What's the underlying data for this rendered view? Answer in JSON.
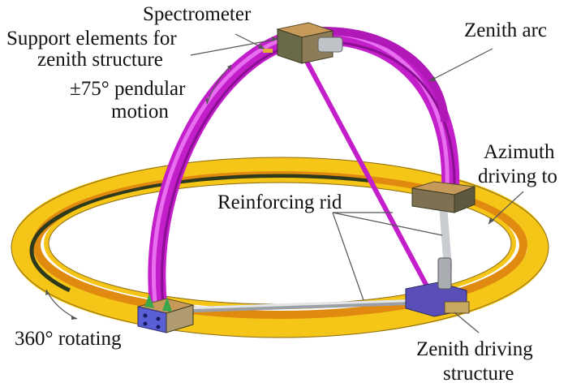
{
  "diagram": {
    "subject": "Sky scanning mechanism with zenith arc and azimuth ring",
    "labels": {
      "spectrometer": "Spectrometer",
      "support_line1": "Support elements for",
      "support_line2": "zenith structure",
      "pendular_line1": "±75° pendular",
      "pendular_line2": "motion",
      "zenith_arc": "Zenith arc",
      "azimuth_line1": "Azimuth",
      "azimuth_line2": "driving to",
      "reinforcing": "Reinforcing rid",
      "rotating": "360° rotating",
      "zenith_drive_line1": "Zenith driving",
      "zenith_drive_line2": "structure"
    },
    "colors": {
      "ring_yellow": "#f5c518",
      "ring_orange": "#e08a10",
      "ring_dark": "#2e3a1c",
      "arc_magenta": "#c21ec9",
      "arc_highlight": "#e86ef0",
      "box_tan": "#c79a5a",
      "box_olive": "#7d7152",
      "block_blue": "#5a5fd6",
      "rod_gray": "#cfd2d6",
      "leader_line": "#555555"
    }
  }
}
